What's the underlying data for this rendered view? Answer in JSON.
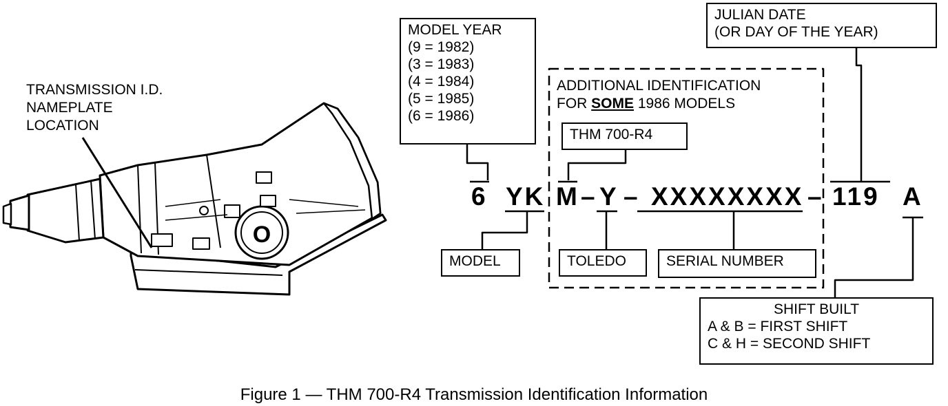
{
  "nameplate_label": [
    "TRANSMISSION I.D.",
    "NAMEPLATE",
    "LOCATION"
  ],
  "model_year": {
    "title": "MODEL YEAR",
    "entries": [
      "(9  =  1982)",
      "(3  =  1983)",
      "(4  =  1984)",
      "(5  =  1985)",
      "(6  =  1986)"
    ]
  },
  "julian_date": [
    "JULIAN DATE",
    "(OR DAY OF THE YEAR)"
  ],
  "additional": {
    "line1": "ADDITIONAL IDENTIFICATION",
    "line2_prefix": "FOR ",
    "line2_emphasis": "SOME",
    "line2_suffix": " 1986 MODELS"
  },
  "thm_label": "THM 700-R4",
  "code": {
    "year": "6",
    "model": "YK",
    "m": "M",
    "dash1": "–",
    "y": "Y",
    "dash2": "–",
    "serial": "XXXXXXXX",
    "dash3": "–",
    "julian": "119",
    "shift": "A"
  },
  "model_label": "MODEL",
  "toledo_label": "TOLEDO",
  "serial_label": "SERIAL NUMBER",
  "shift_built": {
    "title": "SHIFT BUILT",
    "line1": "A & B  =  FIRST SHIFT",
    "line2": "C & H  =  SECOND SHIFT"
  },
  "caption": "Figure 1 — THM 700-R4 Transmission Identification Information"
}
